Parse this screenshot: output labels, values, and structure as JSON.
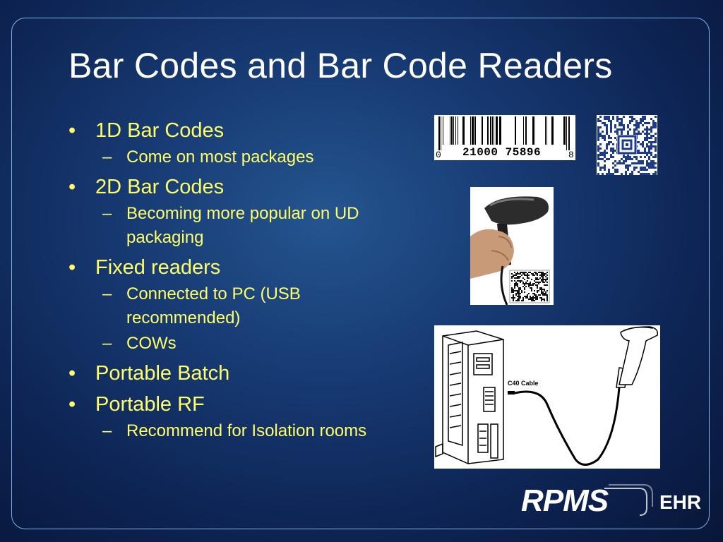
{
  "slide": {
    "title": "Bar Codes and Bar Code Readers",
    "bullets": [
      {
        "bullet": "•",
        "text": "1D Bar Codes"
      },
      {
        "dash": "–",
        "text": "Come on most packages"
      },
      {
        "bullet": "•",
        "text": "2D Bar Codes"
      },
      {
        "dash": "–",
        "text": "Becoming more popular on UD packaging"
      },
      {
        "bullet": "•",
        "text": "Fixed readers"
      },
      {
        "dash": "–",
        "text": "Connected to PC (USB recommended)"
      },
      {
        "dash": "–",
        "text": "COWs"
      },
      {
        "bullet": "•",
        "text": "Portable Batch"
      },
      {
        "bullet": "•",
        "text": "Portable RF"
      },
      {
        "dash": "–",
        "text": "Recommend for Isolation rooms"
      }
    ]
  },
  "barcode_1d": {
    "left_digit": "0",
    "digits": "21000 75896",
    "right_digit": "8"
  },
  "cable_label": "C40 Cable",
  "logo": {
    "main": "RPMS",
    "sub": "EHR"
  },
  "colors": {
    "title": "#ffffff",
    "body_text": "#ffff66",
    "frame": "#7fb0e8"
  }
}
